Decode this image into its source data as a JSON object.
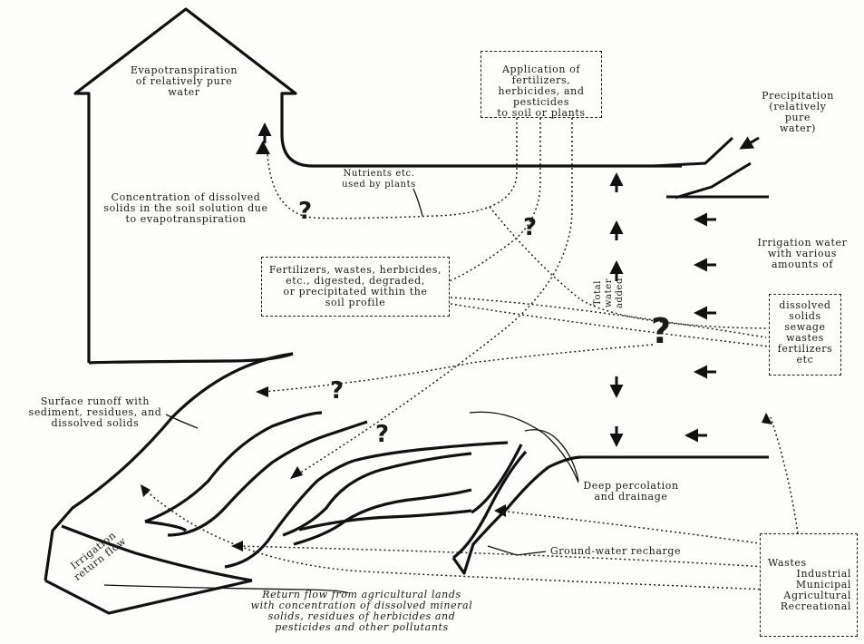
{
  "labels": {
    "evapotranspiration": [
      "Evapotranspiration",
      "of relatively pure",
      "water"
    ],
    "application": [
      "Application of fertilizers,",
      "herbicides, and pesticides",
      "to soil or plants"
    ],
    "precipitation": [
      "Precipitation",
      "(relatively",
      "pure",
      "water)"
    ],
    "nutrients": [
      "Nutrients etc.",
      "used by plants"
    ],
    "concentration": [
      "Concentration of dissolved",
      "solids in the soil solution due",
      "to evapotranspiration"
    ],
    "fertilizers_profile": [
      "Fertilizers, wastes, herbicides,",
      "etc., digested, degraded,",
      "or precipitated within the",
      "soil profile"
    ],
    "total_water": [
      "Total",
      "water",
      "added"
    ],
    "irrigation_water": [
      "Irrigation water",
      "with various",
      "amounts of"
    ],
    "dissolved_solids": [
      "dissolved",
      "solids",
      "sewage",
      "wastes",
      "fertilizers",
      "etc"
    ],
    "surface_runoff": [
      "Surface runoff with",
      "sediment, residues, and",
      "dissolved solids"
    ],
    "deep_percolation": [
      "Deep percolation",
      "and drainage"
    ],
    "groundwater": [
      "Ground-water recharge"
    ],
    "irrigation_return": [
      "Irrigation",
      "return flow"
    ],
    "return_flow": [
      "Return flow from agricultural lands",
      "with concentration of dissolved mineral",
      "solids, residues of herbicides and",
      "pesticides and other pollutants"
    ],
    "wastes": [
      "Wastes",
      "Industrial",
      "Municipal",
      "Agricultural",
      "Recreational"
    ]
  },
  "question_marks": [
    "?",
    "?",
    "?",
    "?",
    "?"
  ]
}
